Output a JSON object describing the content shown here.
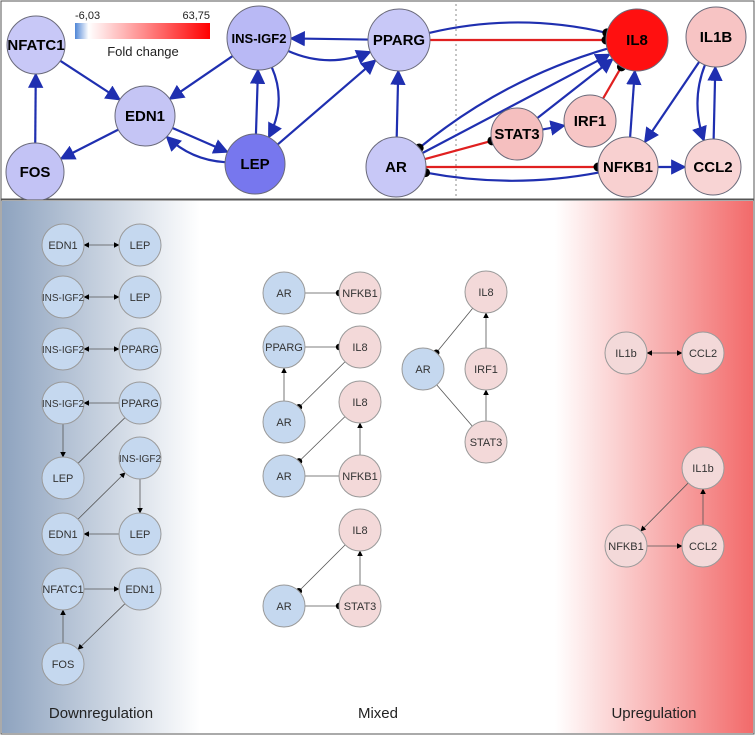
{
  "legend": {
    "min_label": "-6,03",
    "max_label": "63,75",
    "title": "Fold change",
    "color_min": "#4f86d6",
    "color_mid": "#ffffff",
    "color_max": "#ff0000"
  },
  "sections": {
    "down": "Downregulation",
    "mixed": "Mixed",
    "up": "Upregulation"
  },
  "colors": {
    "activation_edge": "#1f2fb0",
    "inhibition_edge": "#e02020",
    "down_gradient_dark": "#8ea3bf",
    "up_gradient_dark": "#f26a6a",
    "small_blue_node": "#c5d8ef",
    "small_red_node": "#f3d9d9"
  },
  "network": {
    "nodes": [
      {
        "id": "NFATC1",
        "label": "NFATC1",
        "fill": "#c8c8f7"
      },
      {
        "id": "EDN1",
        "label": "EDN1",
        "fill": "#c5c5f5"
      },
      {
        "id": "FOS",
        "label": "FOS",
        "fill": "#c3c3f5"
      },
      {
        "id": "INSIGF2",
        "label": "INS-IGF2",
        "fill": "#b9b9f5"
      },
      {
        "id": "LEP",
        "label": "LEP",
        "fill": "#7777ee"
      },
      {
        "id": "PPARG",
        "label": "PPARG",
        "fill": "#c8c8f7"
      },
      {
        "id": "AR",
        "label": "AR",
        "fill": "#c8c8f7"
      },
      {
        "id": "IL8",
        "label": "IL8",
        "fill": "#ff1010"
      },
      {
        "id": "STAT3",
        "label": "STAT3",
        "fill": "#f5bfbf"
      },
      {
        "id": "IRF1",
        "label": "IRF1",
        "fill": "#f7c6c6"
      },
      {
        "id": "NFKB1",
        "label": "NFKB1",
        "fill": "#f8d0d0"
      },
      {
        "id": "IL1B",
        "label": "IL1B",
        "fill": "#f7c4c4"
      },
      {
        "id": "CCL2",
        "label": "CCL2",
        "fill": "#f8d4d4"
      }
    ]
  },
  "motifs": {
    "down": [
      {
        "labels": [
          "EDN1",
          "LEP"
        ]
      },
      {
        "labels": [
          "INS-IGF2",
          "LEP"
        ]
      },
      {
        "labels": [
          "INS-IGF2",
          "PPARG"
        ]
      },
      {
        "labels": [
          "INS-IGF2",
          "PPARG",
          "LEP"
        ]
      },
      {
        "labels": [
          "INS-IGF2",
          "EDN1",
          "LEP"
        ]
      },
      {
        "labels": [
          "NFATC1",
          "EDN1",
          "FOS"
        ]
      }
    ],
    "mixed": [
      {
        "labels": [
          "AR",
          "NFKB1"
        ]
      },
      {
        "labels": [
          "PPARG",
          "IL8",
          "AR"
        ]
      },
      {
        "labels": [
          "IL8",
          "AR",
          "NFKB1"
        ]
      },
      {
        "labels": [
          "IL8",
          "AR",
          "STAT3"
        ]
      },
      {
        "labels": [
          "IL8",
          "AR",
          "IRF1",
          "STAT3"
        ]
      }
    ],
    "up": [
      {
        "labels": [
          "IL1b",
          "CCL2"
        ]
      },
      {
        "labels": [
          "IL1b",
          "NFKB1",
          "CCL2"
        ]
      }
    ]
  }
}
